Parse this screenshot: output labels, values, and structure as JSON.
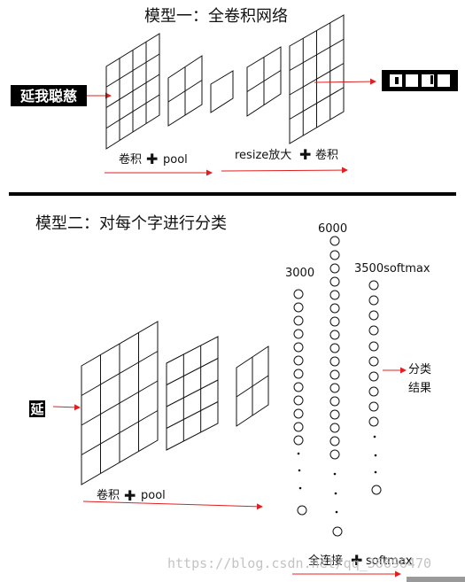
{
  "model1": {
    "title": "模型一：全卷积网络",
    "input_text": "延我聪慈",
    "caption_conv_pool": "卷积",
    "caption_pool": "pool",
    "caption_resize": "resize放大",
    "caption_conv": "卷积"
  },
  "model2": {
    "title": "模型二：对每个字进行分类",
    "input_char": "延",
    "caption_conv": "卷积",
    "caption_pool": "pool",
    "col1_label": "3000",
    "col2_label": "6000",
    "col3_label": "3500softmax",
    "output_label_line1": "分类",
    "output_label_line2": "结果",
    "fc_caption_prefix": "全连接",
    "fc_caption_suffix": "softmax"
  },
  "watermark": "https://blog.csdn.net/qq_36696470",
  "colors": {
    "arrow": "#e02020",
    "ink": "#111111",
    "divider": "#000000"
  }
}
